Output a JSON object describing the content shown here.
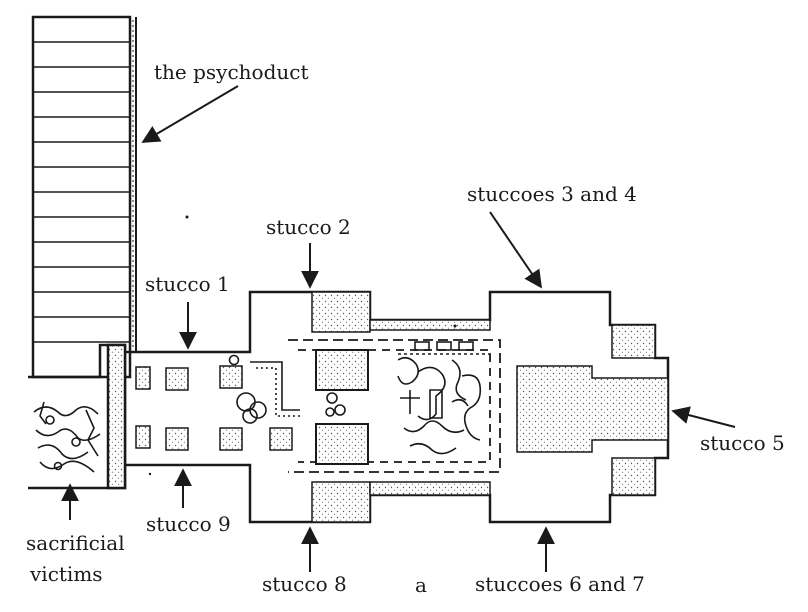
{
  "figure": {
    "panel_letter": "a"
  },
  "labels": {
    "psychoduct": "the psychoduct",
    "stucco_1": "stucco 1",
    "stucco_2": "stucco 2",
    "stuccoes_3_4": "stuccoes 3 and 4",
    "stucco_5": "stucco 5",
    "stuccoes_6_7": "stuccoes 6 and 7",
    "stucco_8": "stucco 8",
    "stucco_9": "stucco 9",
    "sacrificial_line1": "sacrificial",
    "sacrificial_line2": "victims"
  },
  "colors": {
    "ink": "#1a1a1a",
    "paper": "#ffffff",
    "stipple": "#d8d8d8"
  }
}
